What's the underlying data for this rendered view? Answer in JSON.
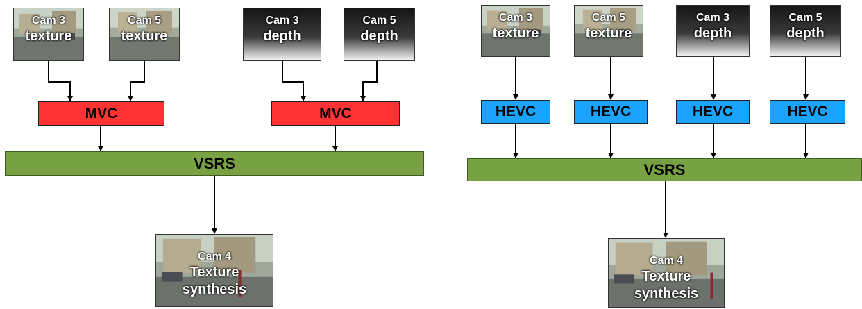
{
  "left_diagram": {
    "inputs": [
      {
        "line1": "Cam 3",
        "line2": "texture",
        "kind": "texture"
      },
      {
        "line1": "Cam 5",
        "line2": "texture",
        "kind": "texture"
      },
      {
        "line1": "Cam 3",
        "line2": "depth",
        "kind": "depth"
      },
      {
        "line1": "Cam 5",
        "line2": "depth",
        "kind": "depth"
      }
    ],
    "codecs": [
      "MVC",
      "MVC"
    ],
    "renderer": "VSRS",
    "output": {
      "line1": "Cam 4",
      "line2": "Texture",
      "line3": "synthesis"
    }
  },
  "right_diagram": {
    "inputs": [
      {
        "line1": "Cam 3",
        "line2": "texture",
        "kind": "texture"
      },
      {
        "line1": "Cam 5",
        "line2": "texture",
        "kind": "texture"
      },
      {
        "line1": "Cam 3",
        "line2": "depth",
        "kind": "depth"
      },
      {
        "line1": "Cam 5",
        "line2": "depth",
        "kind": "depth"
      }
    ],
    "codecs": [
      "HEVC",
      "HEVC",
      "HEVC",
      "HEVC"
    ],
    "renderer": "VSRS",
    "output": {
      "line1": "Cam 4",
      "line2": "Texture",
      "line3": "synthesis"
    }
  },
  "colors": {
    "mvc": "#ff3333",
    "hevc": "#1aa3ff",
    "vsrs": "#77a143",
    "wire": "#000000"
  }
}
